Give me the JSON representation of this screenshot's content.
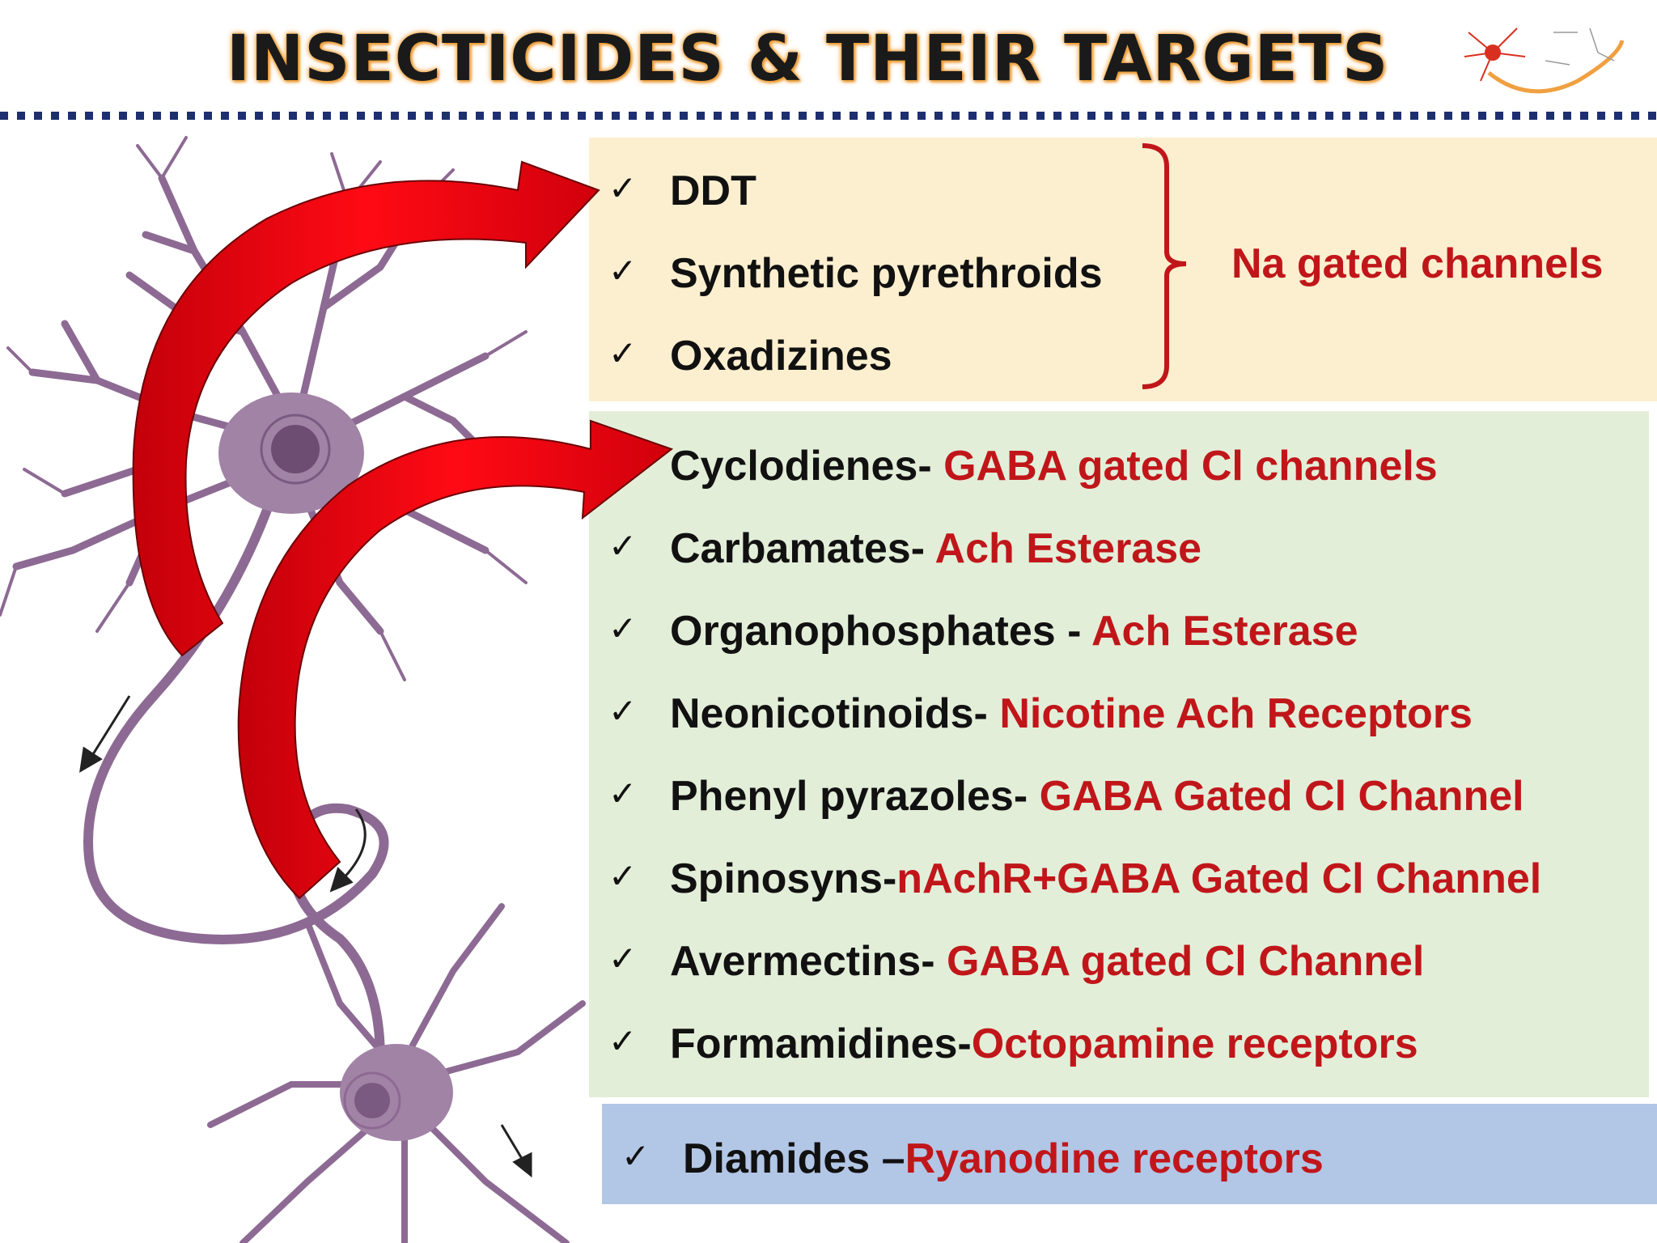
{
  "title": "INSECTICIDES & THEIR TARGETS",
  "na_group": {
    "items": [
      "DDT",
      "Synthetic pyrethroids",
      "Oxadizines"
    ],
    "label": "Na gated channels"
  },
  "targets": [
    {
      "name": "Cyclodienes- ",
      "target": "GABA gated Cl channels"
    },
    {
      "name": "Carbamates- ",
      "target": "Ach Esterase"
    },
    {
      "name": "Organophosphates - ",
      "target": "Ach Esterase"
    },
    {
      "name": "Neonicotinoids- ",
      "target": "Nicotine Ach Receptors"
    },
    {
      "name": "Phenyl pyrazoles- ",
      "target": "GABA Gated Cl Channel"
    },
    {
      "name": "Spinosyns-",
      "target": "nAchR+GABA Gated Cl Channel"
    },
    {
      "name": "Avermectins- ",
      "target": "GABA gated Cl Channel"
    },
    {
      "name": "Formamidines-",
      "target": "Octopamine receptors"
    }
  ],
  "diamides": {
    "name": "Diamides –",
    "target": "Ryanodine receptors"
  },
  "check_symbol": "✓",
  "colors": {
    "target_red": "#c0161a",
    "na_panel": "#fcefcf",
    "green_panel": "#e3eed9",
    "blue_panel": "#b2c6e6",
    "arrow_red": "#e8000a",
    "neuron": "#9b7aa0"
  }
}
